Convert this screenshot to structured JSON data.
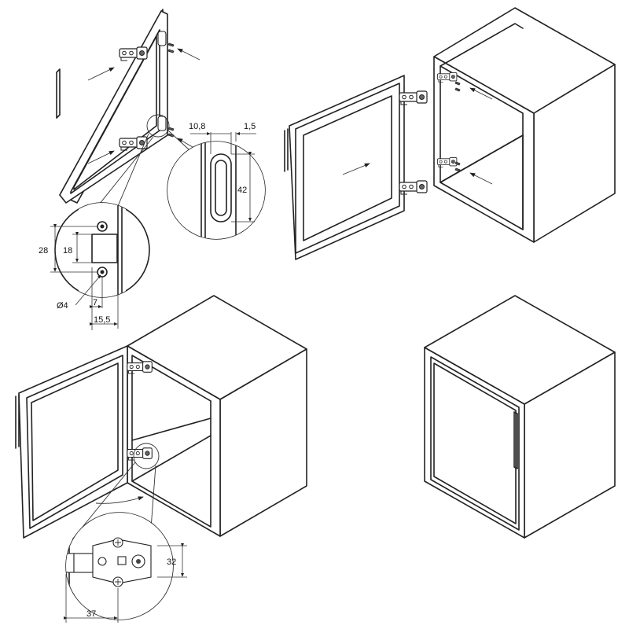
{
  "dimensions": {
    "plate_hole_spacing": "28",
    "plate_slot_height": "18",
    "screw_hole_diameter": "Ø4",
    "slot_offset": "7",
    "edge_offset": "15,5",
    "frame_width": "10,8",
    "frame_gap": "1,5",
    "slot_length": "42",
    "hinge_plate_height": "32",
    "hinge_edge_distance": "37"
  }
}
